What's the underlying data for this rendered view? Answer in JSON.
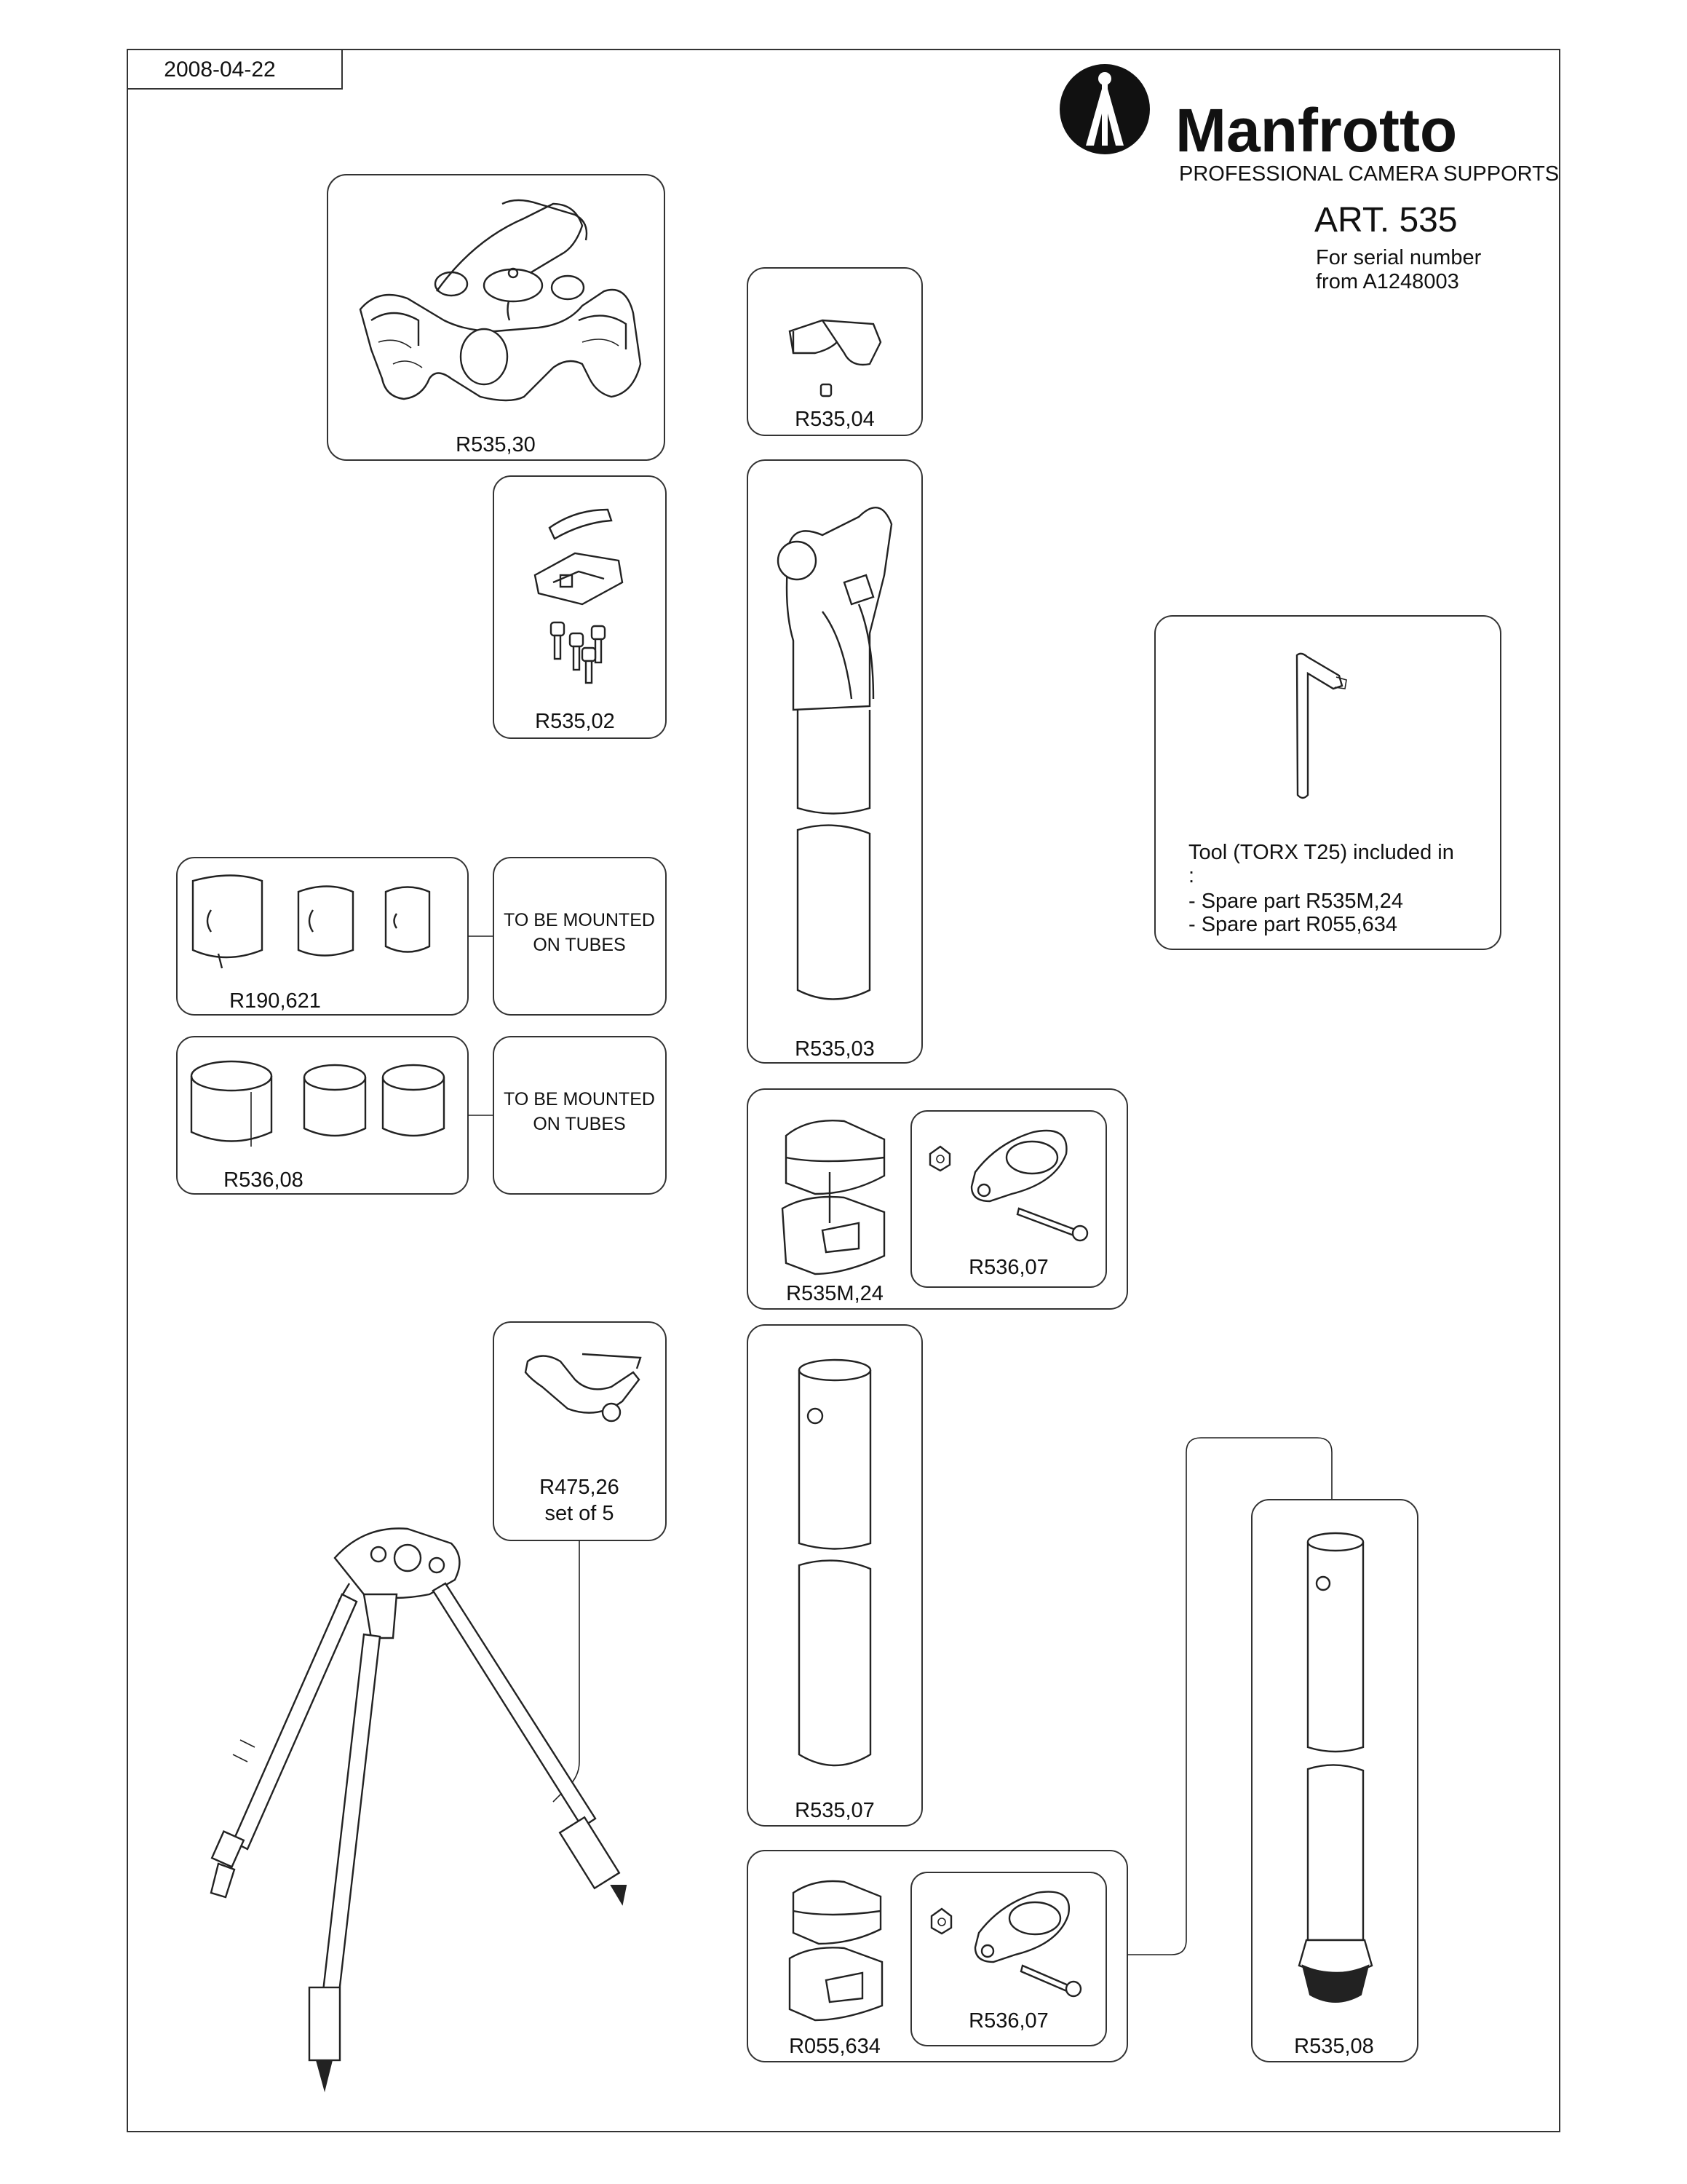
{
  "header": {
    "date": "2008-04-22",
    "brand": "Manfrotto",
    "brand_tagline": "PROFESSIONAL CAMERA SUPPORTS",
    "article": "ART. 535",
    "serial_line1": "For serial number",
    "serial_line2": "from A1248003"
  },
  "parts": {
    "r535_30": "R535,30",
    "r535_04": "R535,04",
    "r535_02": "R535,02",
    "r535_03": "R535,03",
    "r190_621": "R190,621",
    "r536_08": "R536,08",
    "r535m_24": "R535M,24",
    "r536_07_a": "R536,07",
    "r475_26_line1": "R475,26",
    "r475_26_line2": "set of 5",
    "r535_07": "R535,07",
    "r055_634": "R055,634",
    "r536_07_b": "R536,07",
    "r535_08": "R535,08"
  },
  "notes": {
    "mount_a_line1": "TO BE MOUNTED",
    "mount_a_line2": "ON TUBES",
    "mount_b_line1": "TO BE MOUNTED",
    "mount_b_line2": "ON TUBES",
    "tool_line1": "Tool (TORX T25) included in",
    "tool_line2": ":",
    "tool_line3": "- Spare part R535M,24",
    "tool_line4": "- Spare part R055,634"
  },
  "icons": {
    "logo": "manfrotto-tripod-logo-icon",
    "tripod": "tripod-assembly-icon"
  }
}
